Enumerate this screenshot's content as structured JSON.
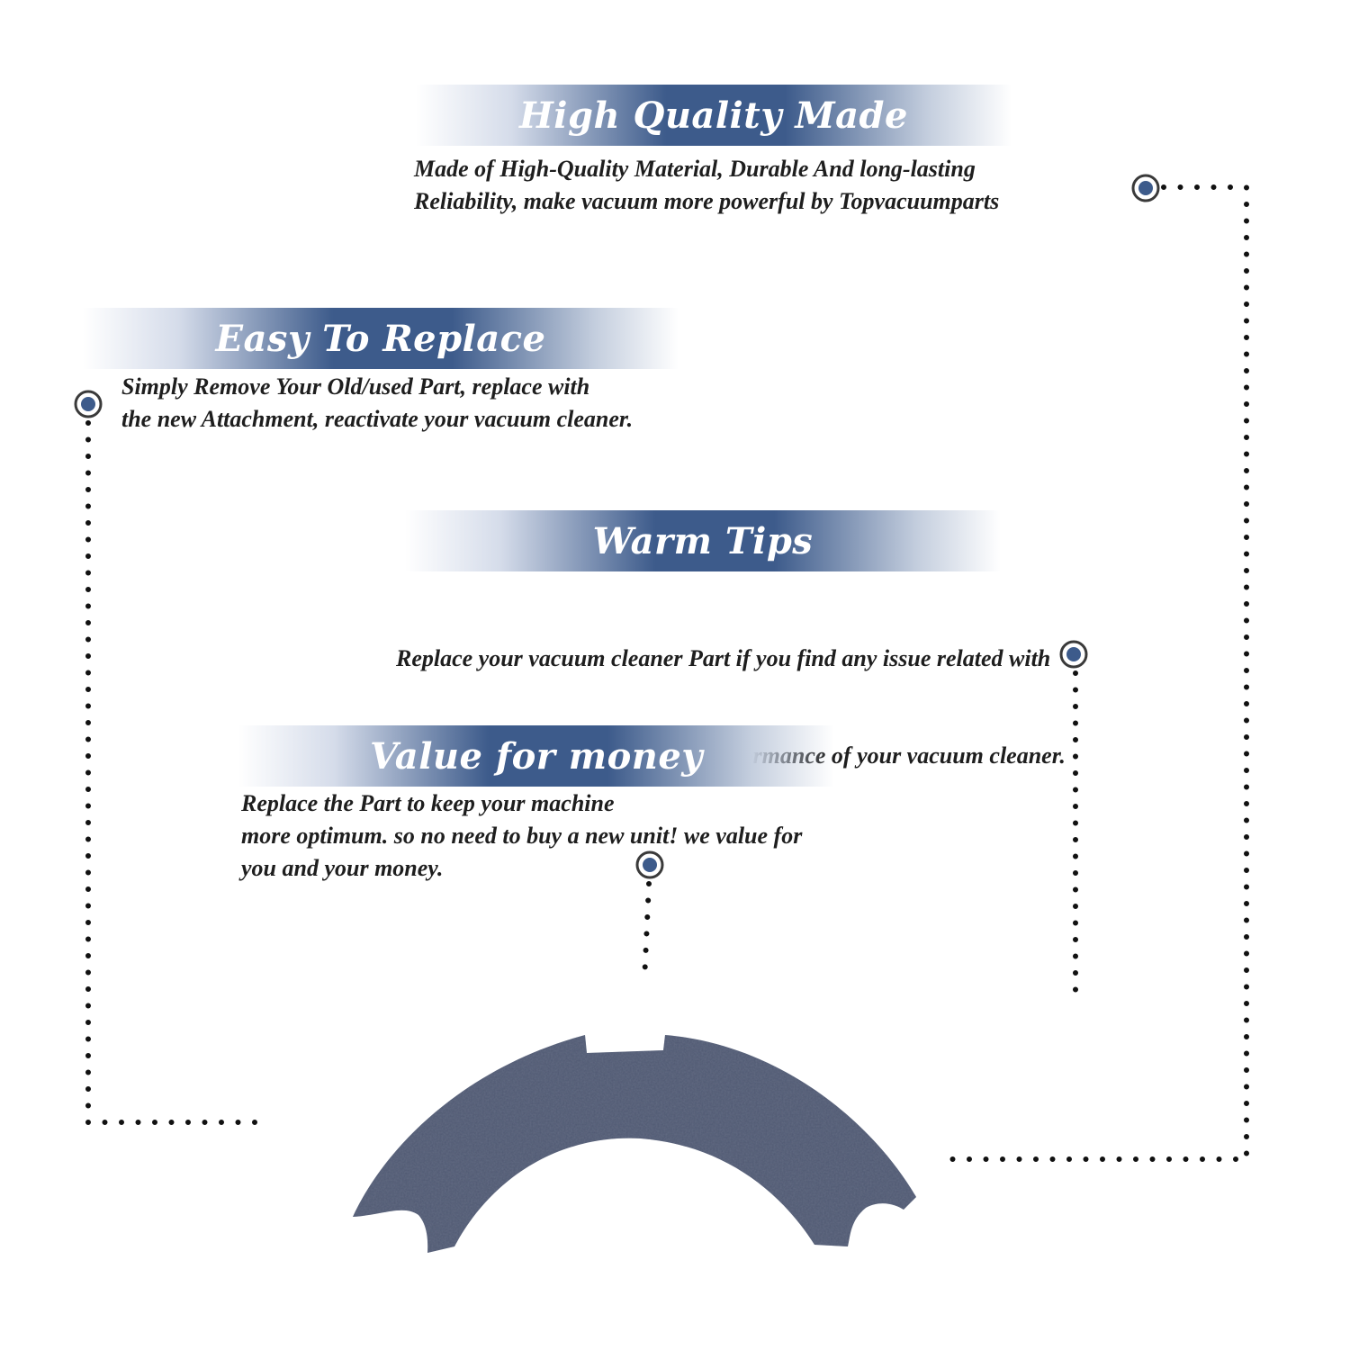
{
  "features": [
    {
      "id": "high-quality-made",
      "title": "High Quality Made",
      "lines": [
        "Made of  High-Quality Material, Durable And long-lasting",
        "Reliability, make vacuum more powerful by Topvacuumparts"
      ]
    },
    {
      "id": "easy-to-replace",
      "title": "Easy To Replace",
      "lines": [
        "Simply Remove Your Old/used Part, replace with",
        "the new Attachment, reactivate your vacuum cleaner."
      ]
    },
    {
      "id": "warm-tips",
      "title": "Warm Tips",
      "lines": [
        "Replace your vacuum cleaner Part if you find any issue related with",
        " attachment to ensure optimum performance of your vacuum cleaner."
      ]
    },
    {
      "id": "value-for-money",
      "title": "Value for money",
      "lines": [
        "Replace the Part to keep your machine",
        "more optimum. so no need to buy a new unit! we value for",
        "you and your money."
      ]
    }
  ],
  "colors": {
    "banner_blue": "#3d5b8b",
    "marker_blue": "#3d5b8b",
    "product_gray": "#4f5872",
    "text": "#1e1e1e"
  },
  "icons": {
    "marker": "target-dot-icon",
    "product": "foam-filter-product"
  }
}
